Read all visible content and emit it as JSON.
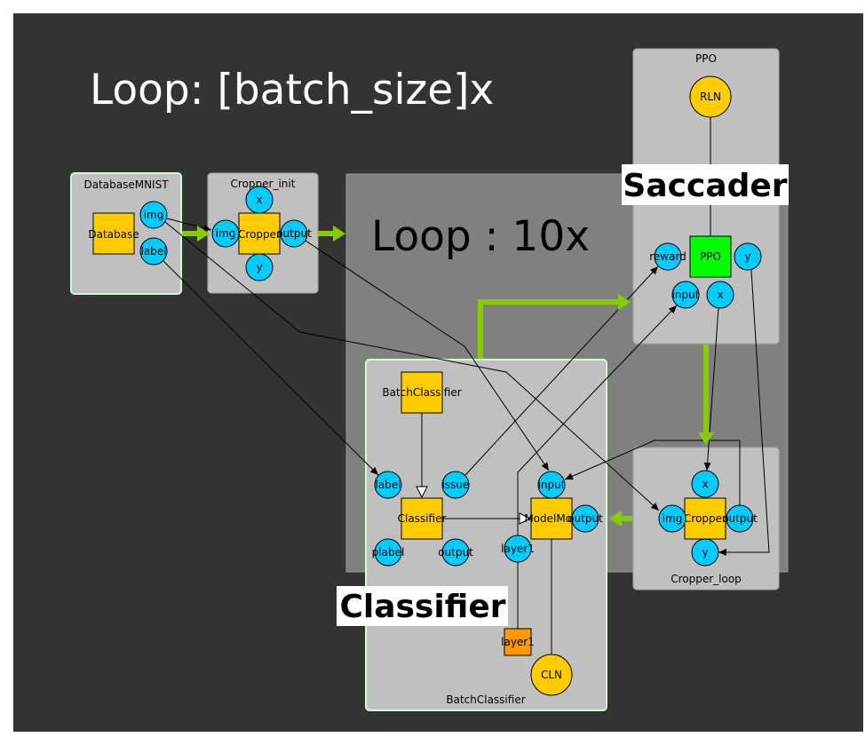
{
  "outer_loop_label": "Loop: [batch_size]x",
  "inner_loop_label": "Loop : 10x",
  "saccader_label": "Saccader",
  "classifier_label": "Classifier",
  "colors": {
    "background": "#333333",
    "module_fill": "#c0c0c0",
    "loop_fill": "#808080",
    "port": "#00ccff",
    "block": "#ffcc00",
    "ppo_block": "#00ff00",
    "layer_block": "#ff9900",
    "flow_arrow": "#88cc00",
    "module_border": "#ccffcc"
  },
  "modules": {
    "database": {
      "title": "DatabaseMNIST",
      "block": "Database",
      "ports": {
        "img": "img",
        "label": "label"
      }
    },
    "cropper_init": {
      "title": "Cropper_init",
      "block": "Cropper",
      "ports": {
        "x": "x",
        "img": "img",
        "output": "output",
        "y": "y"
      }
    },
    "ppo": {
      "title": "PPO",
      "rln": "RLN",
      "block": "PPO",
      "ports": {
        "reward": "reward",
        "y": "y",
        "input": "input",
        "x": "x"
      }
    },
    "batch_classifier": {
      "title": "BatchClassifier",
      "top_block": "BatchClassifier",
      "classifier_block": "Classifier",
      "model_block": "ModelMod",
      "layer_block": "layer1",
      "cln": "CLN",
      "ports": {
        "label": "label",
        "issue": "issue",
        "plabel": "plabel",
        "output": "output",
        "input": "input",
        "model_output": "output",
        "layer1": "layer1"
      }
    },
    "cropper_loop": {
      "title": "Cropper_loop",
      "block": "Cropper",
      "ports": {
        "x": "x",
        "img": "img",
        "output": "output",
        "y": "y"
      }
    }
  }
}
